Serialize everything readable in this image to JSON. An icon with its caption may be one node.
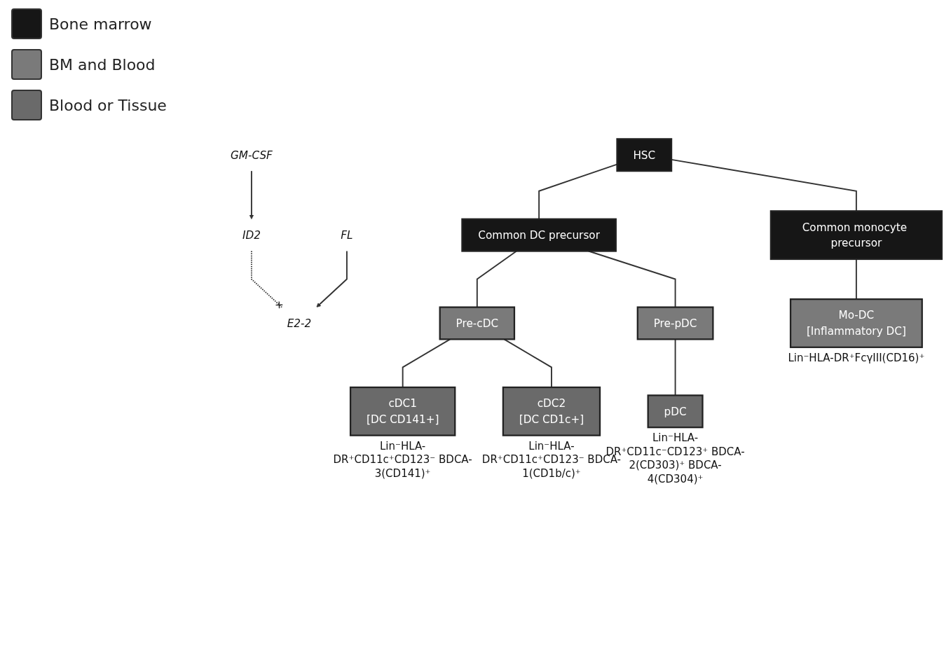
{
  "diagram": {
    "nodes": [
      {
        "text": [
          "HSC"
        ]
      },
      {
        "text": [
          "GM-CSF"
        ]
      },
      {
        "text": [
          "Common DC precursor"
        ]
      },
      {
        "text": [
          "ID2"
        ]
      },
      {
        "text": [
          "Common monocyte precursor"
        ]
      },
      {
        "text": [
          "E2-2"
        ]
      },
      {
        "text": [
          "FL"
        ]
      },
      {
        "text": [
          "Pre-cDC"
        ]
      },
      {
        "text": [
          "Pre-pDC"
        ]
      },
      {
        "text": [
          "Mo-DC",
          "[Inflammatory DC]"
        ],
        "beside": [
          "Lin⁻HLA-DR⁺FcγIII(CD16)⁺"
        ]
      },
      {
        "text": [
          "cDC1",
          "[DC CD141+]"
        ],
        "beside": [
          "Lin⁻HLA-DR⁺CD11c⁺CD123⁻ BDCA-3(CD141)⁺"
        ]
      },
      {
        "text": [
          "cDC2",
          "[DC CD1c+]"
        ],
        "beside": [
          "Lin⁻HLA-DR⁺CD11c⁺CD123⁻ BDCA-1(CD1b/c)⁺"
        ]
      },
      {
        "text": [
          "pDC"
        ],
        "beside": [
          "Lin⁻HLA-DR⁺CD11c⁻CD123⁺ BDCA-2(CD303)⁺ BDCA-4(CD304)⁺"
        ]
      }
    ],
    "edges": [
      {
        "from": 0,
        "to": 2,
        "arrow": "none"
      },
      {
        "from": 0,
        "to": 4,
        "arrow": "none"
      },
      {
        "from": 1,
        "to": 3,
        "arrow": "to"
      },
      {
        "from": 3,
        "to": 5,
        "arrow": "other",
        "style": "dashed"
      },
      {
        "from": 6,
        "to": 5,
        "arrow": "to"
      },
      {
        "from": 2,
        "to": 7,
        "arrow": "none"
      },
      {
        "from": 2,
        "to": 8,
        "arrow": "none"
      },
      {
        "from": 4,
        "to": 9,
        "arrow": "none"
      },
      {
        "from": 7,
        "to": 10,
        "arrow": "none"
      },
      {
        "from": 7,
        "to": 11,
        "arrow": "none"
      },
      {
        "from": 8,
        "to": 12,
        "arrow": "none"
      }
    ],
    "legend": [
      {
        "text": "Bone marrow",
        "color": "#161616"
      },
      {
        "text": "BM and Blood",
        "color": "#7a7a7a"
      },
      {
        "text": "Blood or Tissue",
        "color": "#6a6a6a"
      }
    ]
  }
}
